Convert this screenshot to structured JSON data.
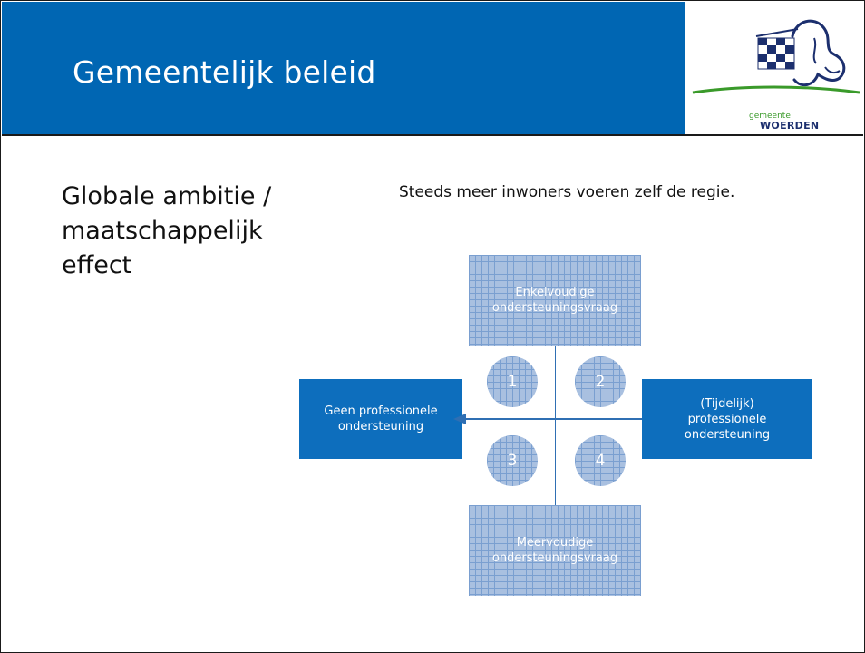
{
  "slide": {
    "title": "Gemeentelijk beleid",
    "logo": {
      "line1": "gemeente",
      "line2": "WOERDEN"
    },
    "left_heading_lines": [
      "Globale ambitie /",
      "maatschappelijk",
      "effect"
    ],
    "statement": "Steeds meer inwoners voeren zelf de regie."
  },
  "diagram": {
    "top_box": [
      "Enkelvoudige",
      "ondersteuningsvraag"
    ],
    "bottom_box": [
      "Meervoudige",
      "ondersteuningsvraag"
    ],
    "left_box": [
      "Geen professionele",
      "ondersteuning"
    ],
    "right_box": [
      "(Tijdelijk)",
      "professionele",
      "ondersteuning"
    ],
    "quadrants": [
      "1",
      "2",
      "3",
      "4"
    ]
  },
  "colors": {
    "header": "#0066b3",
    "box_blue": "#0d6ebd",
    "grid_light": "#a9c0e0",
    "logo_green": "#3a9a2a",
    "logo_navy": "#1c2f6e"
  }
}
